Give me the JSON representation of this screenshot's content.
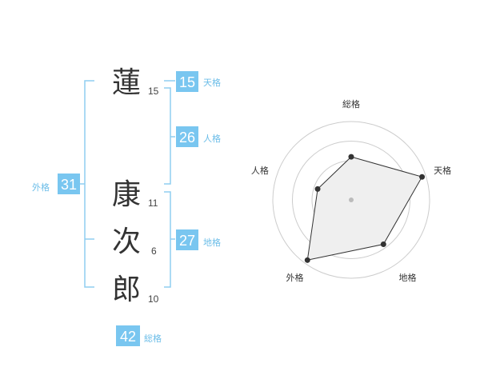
{
  "name_chars": [
    {
      "char": "蓮",
      "strokes": "15"
    },
    {
      "char": "康",
      "strokes": "11"
    },
    {
      "char": "次",
      "strokes": "6"
    },
    {
      "char": "郎",
      "strokes": "10"
    }
  ],
  "fortunes": {
    "tenkaku": {
      "label": "天格",
      "value": "15"
    },
    "jinkaku": {
      "label": "人格",
      "value": "26"
    },
    "chikaku": {
      "label": "地格",
      "value": "27"
    },
    "gaikaku": {
      "label": "外格",
      "value": "31"
    },
    "soukaku": {
      "label": "総格",
      "value": "42"
    }
  },
  "chart_data": {
    "type": "radar",
    "axes": [
      "総格",
      "天格",
      "地格",
      "外格",
      "人格"
    ],
    "values": [
      0.55,
      0.95,
      0.7,
      0.95,
      0.45
    ],
    "rings": 4,
    "center_dot_color": "#bbbbbb",
    "fill_color": "#efefef",
    "line_color": "#333333"
  },
  "colors": {
    "accent": "#79c6f0",
    "accent_text": "#6bbde8",
    "text": "#333333"
  }
}
